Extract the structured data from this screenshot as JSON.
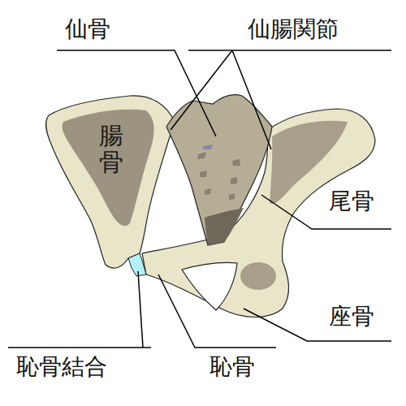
{
  "diagram": {
    "labels": [
      "仙骨",
      "仙腸関節",
      "腸骨",
      "尾骨",
      "座骨",
      "恥骨結合",
      "恥骨"
    ]
  }
}
